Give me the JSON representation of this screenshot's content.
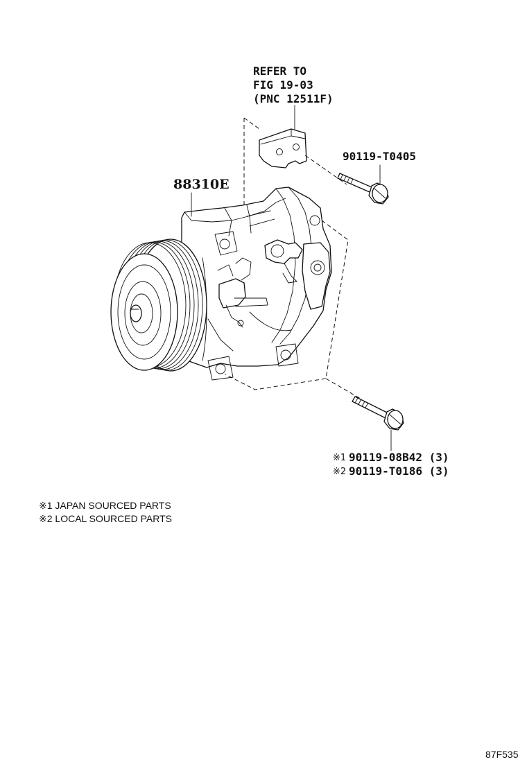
{
  "refer": {
    "line1": "REFER TO",
    "line2": "FIG 19-03",
    "line3": "(PNC 12511F)"
  },
  "parts": {
    "compressor": "88310E",
    "bolt_top": "90119-T0405",
    "bolt_bottom_1_mark": "※1",
    "bolt_bottom_1": "90119-08B42 (3)",
    "bolt_bottom_2_mark": "※2",
    "bolt_bottom_2": "90119-T0186 (3)"
  },
  "notes": {
    "note1": "※1 JAPAN SOURCED PARTS",
    "note2": "※2 LOCAL SOURCED PARTS"
  },
  "figure_id": "87F535"
}
